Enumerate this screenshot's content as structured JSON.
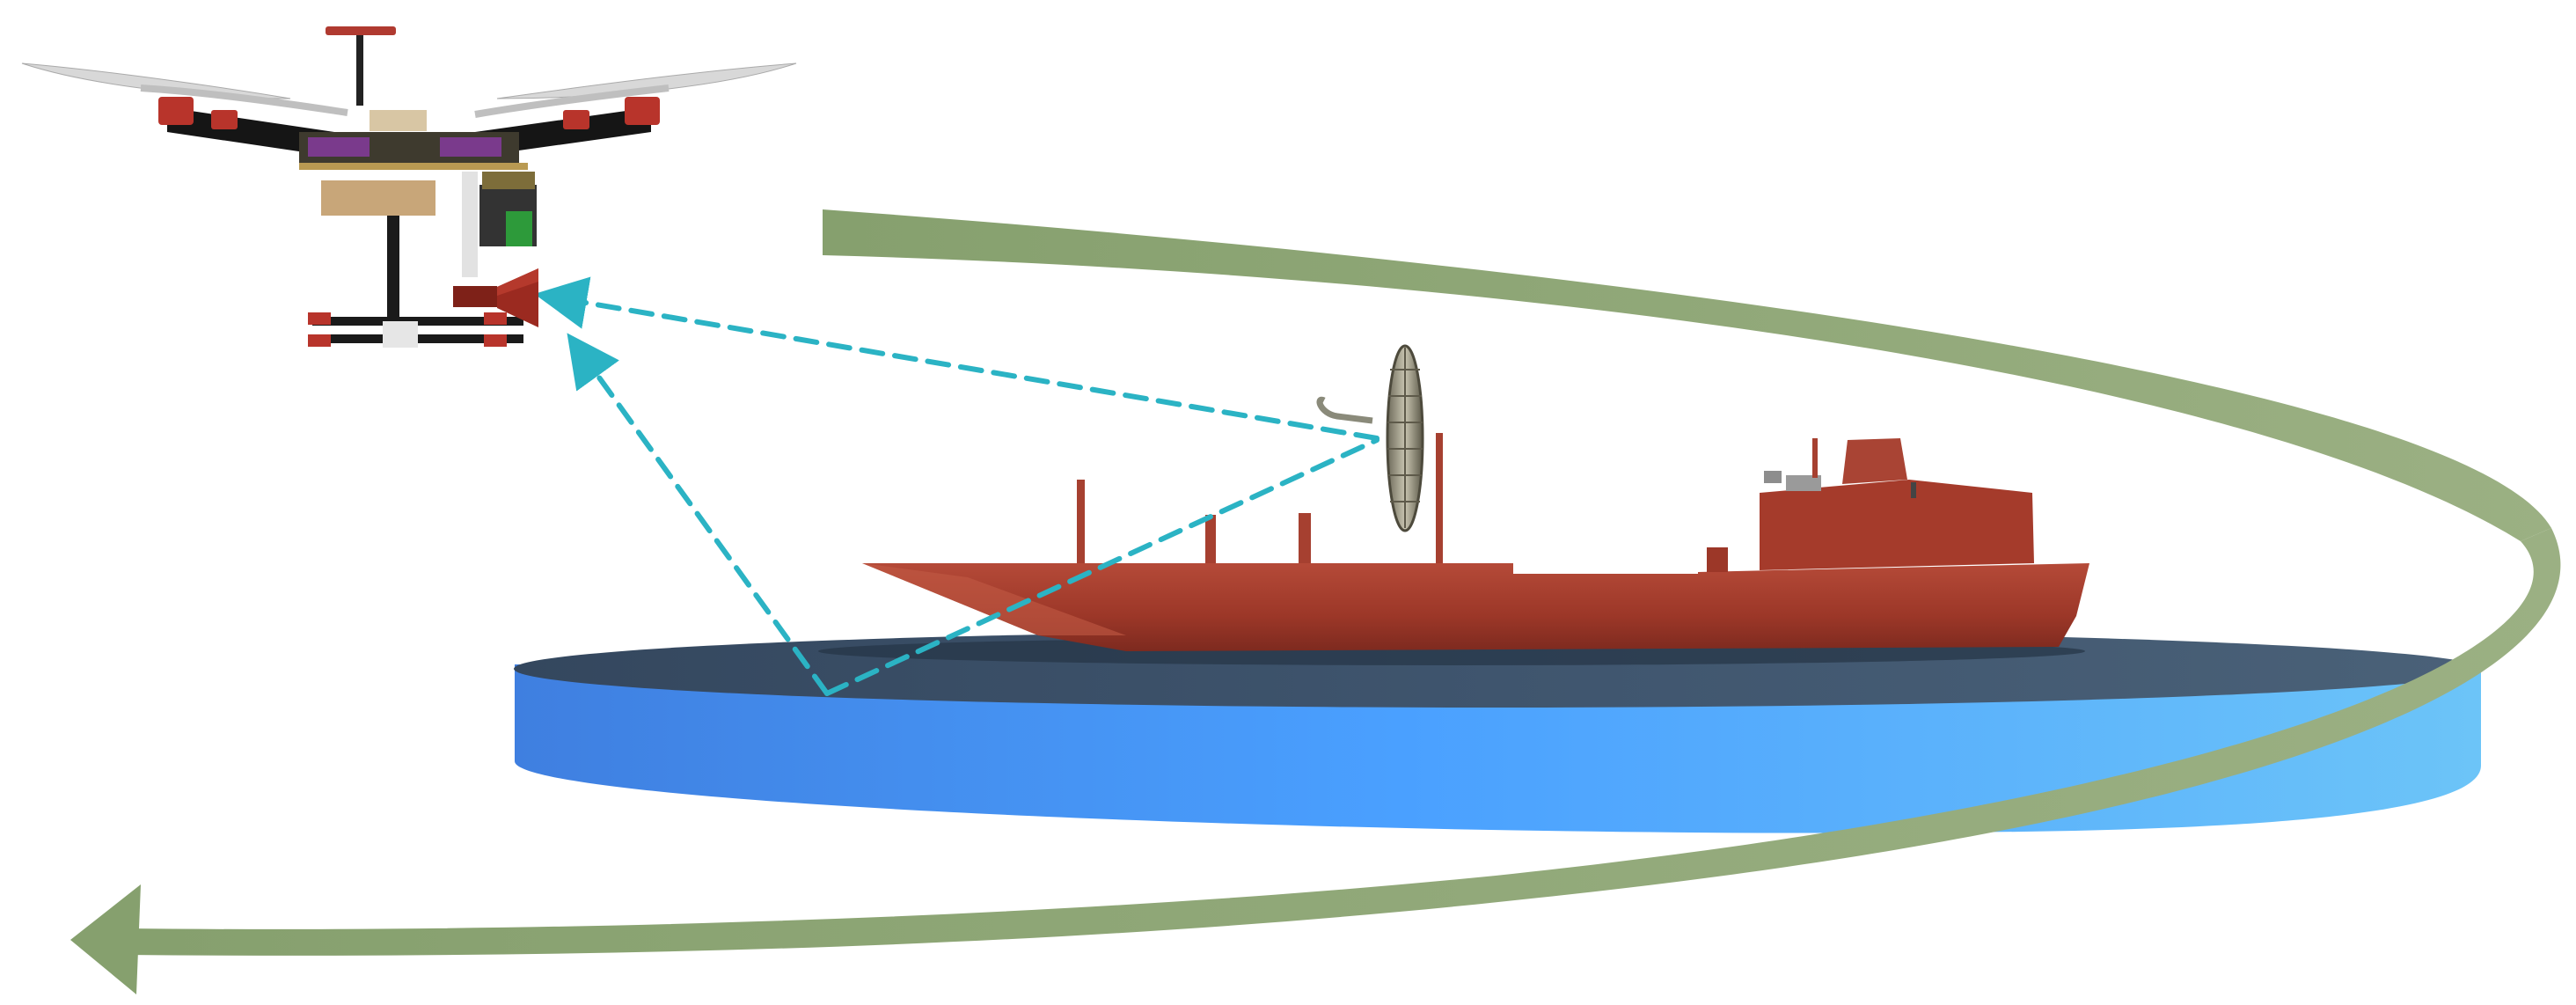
{
  "scene": {
    "objects": [
      "quadcopter-drone",
      "horn-antenna",
      "ship",
      "parabolic-dish-reflector",
      "water-platform",
      "flight-path-arrow",
      "signal-paths"
    ],
    "colors": {
      "background": "#ffffff",
      "flight_path": "#8fa878",
      "signal_path": "#2bb3c4",
      "ship_hull": "#a13a2c",
      "water_side": "#4a98f0",
      "water_top": "#3b4f66",
      "horn_antenna": "#9b2a20"
    },
    "icons": {
      "drone": "quadcopter-icon",
      "dish": "parabolic-dish-icon",
      "arrow": "curved-arrow-icon"
    }
  }
}
